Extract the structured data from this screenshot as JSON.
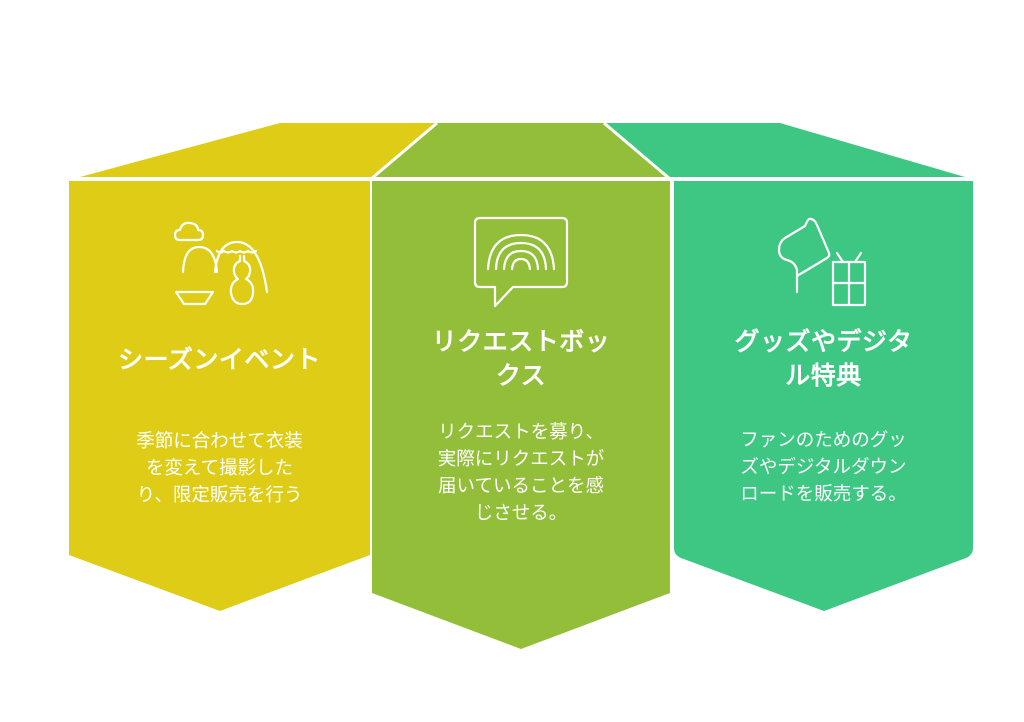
{
  "colors": {
    "panel1": "#DFCC17",
    "panel2": "#93BE3A",
    "panel3": "#3EC683",
    "text": "#FFFFFF",
    "background": "#FFFFFF"
  },
  "panels": [
    {
      "icon": "seasonal-food-icon",
      "title": "シーズンイベント",
      "description_lines": [
        "季節に合わせて衣装",
        "を変えて撮影した",
        "り、限定販売を行う"
      ]
    },
    {
      "icon": "chat-bubble-rainbow-icon",
      "title_lines": [
        "リクエストボッ",
        "クス"
      ],
      "description_lines": [
        "リクエストを募り、",
        "実際にリクエストが",
        "届いていることを感",
        "じさせる。"
      ]
    },
    {
      "icon": "flag-gift-icon",
      "title_lines": [
        "グッズやデジタ",
        "ル特典"
      ],
      "description_lines": [
        "ファンのためのグッ",
        "ズやデジタルダウン",
        "ロードを販売する。"
      ]
    }
  ]
}
